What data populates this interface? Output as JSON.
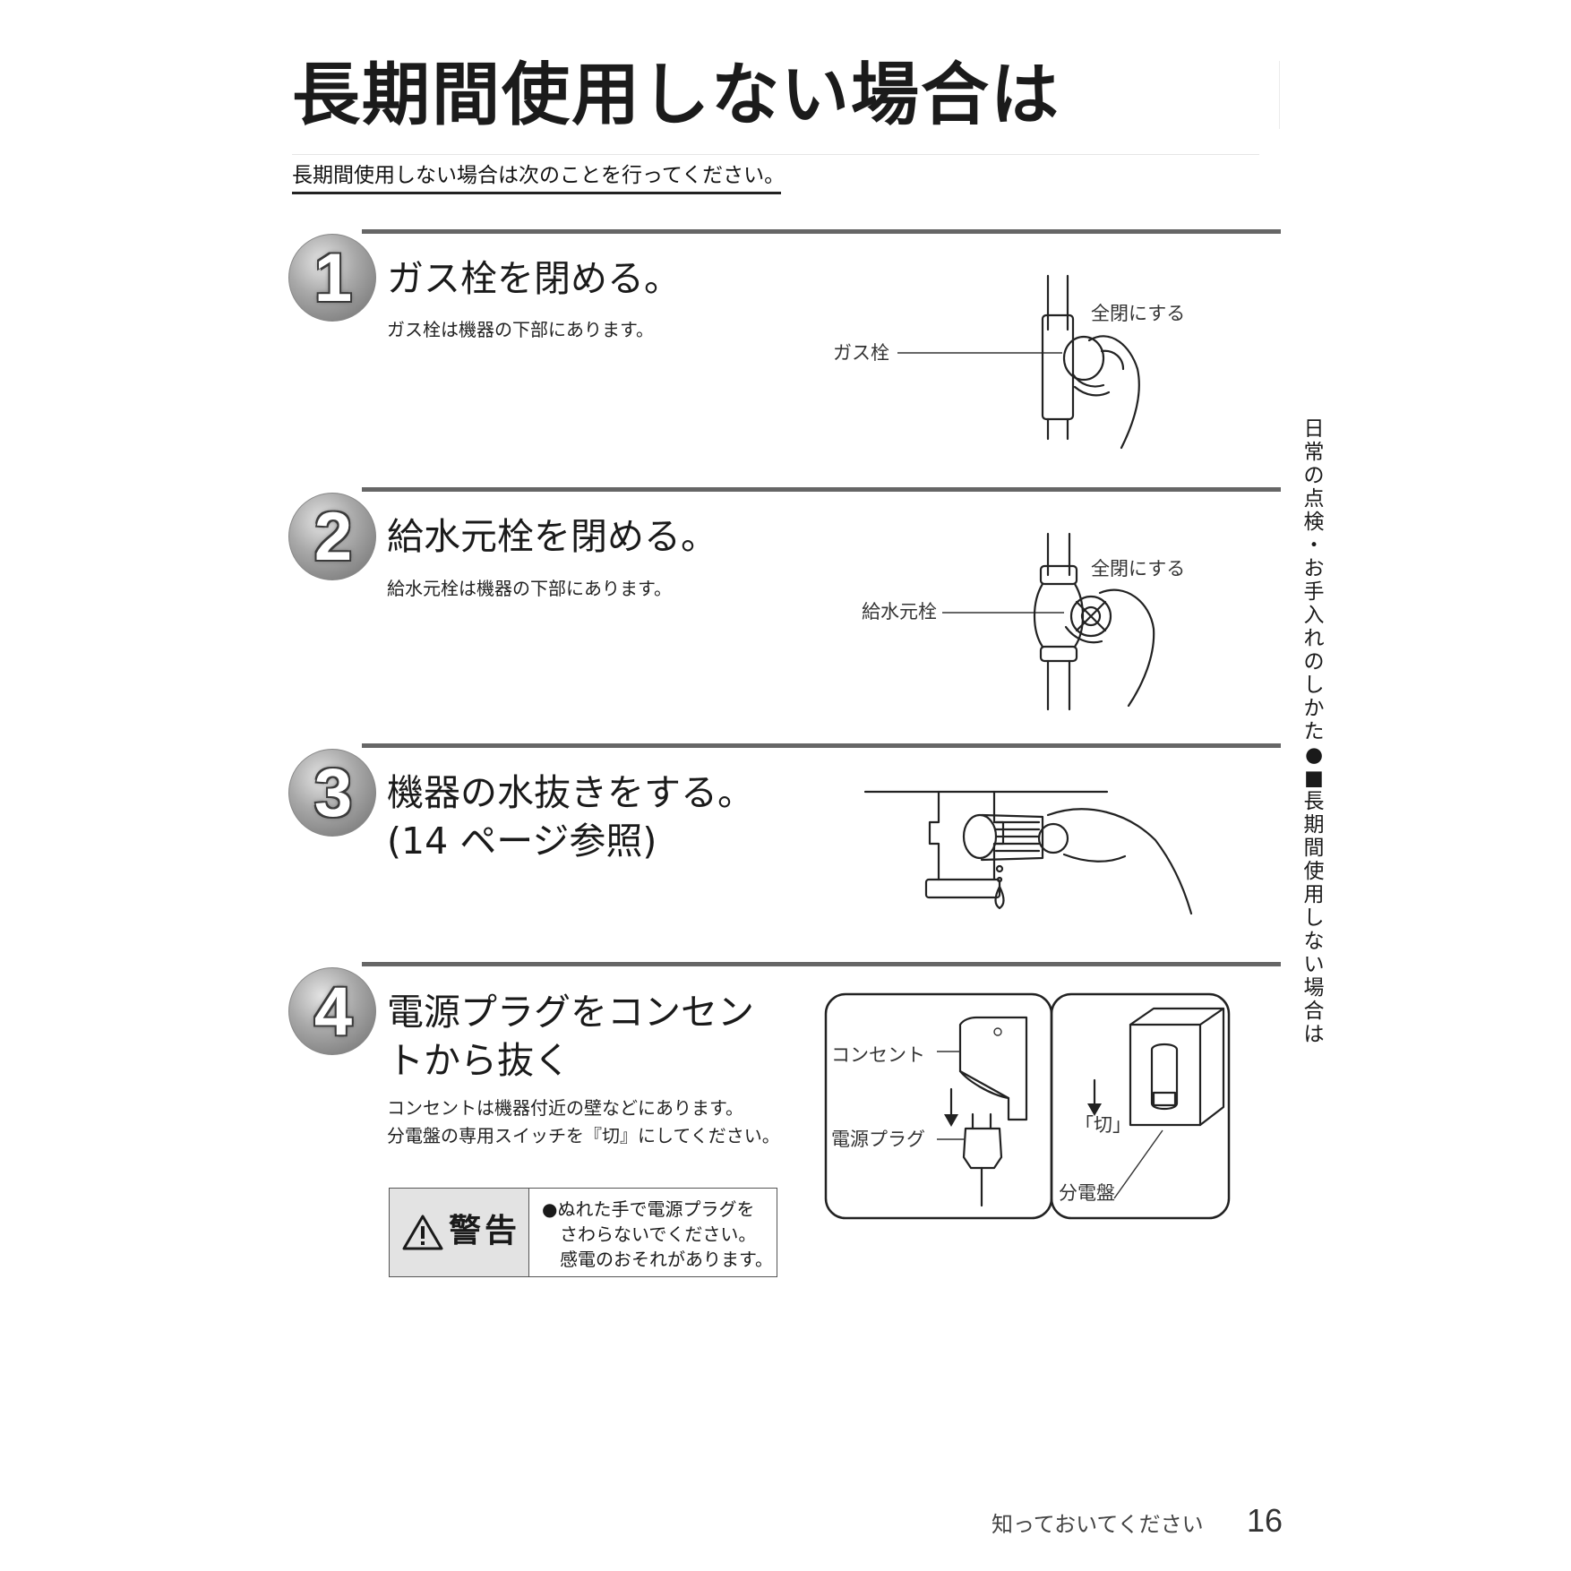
{
  "page_title": "長期間使用しない場合は",
  "intro": "長期間使用しない場合は次のことを行ってください。",
  "steps": [
    {
      "number": "1",
      "title_lines": [
        "ガス栓を閉める。"
      ],
      "desc_lines": [
        "ガス栓は機器の下部にあります。"
      ],
      "callouts": {
        "action": "全閉にする",
        "part": "ガス栓"
      }
    },
    {
      "number": "2",
      "title_lines": [
        "給水元栓を閉める。"
      ],
      "desc_lines": [
        "給水元栓は機器の下部にあります。"
      ],
      "callouts": {
        "action": "全閉にする",
        "part": "給水元栓"
      }
    },
    {
      "number": "3",
      "title_lines": [
        "機器の水抜きをする。",
        "(14 ページ参照)"
      ],
      "desc_lines": []
    },
    {
      "number": "4",
      "title_lines": [
        "電源プラグをコンセン",
        "トから抜く"
      ],
      "desc_lines": [
        "コンセントは機器付近の壁などにあります。",
        "分電盤の専用スイッチを『切』にしてください。"
      ],
      "callouts": {
        "outlet": "コンセント",
        "plug": "電源プラグ",
        "switch_off": "「切」",
        "breaker": "分電盤"
      }
    }
  ],
  "warning": {
    "label": "警告",
    "lines": [
      "●ぬれた手で電源プラグを",
      "　さわらないでください。",
      "　感電のおそれがあります。"
    ]
  },
  "side_tab": [
    "日",
    "常",
    "の",
    "点",
    "検",
    "・",
    "お",
    "手",
    "入",
    "れ",
    "の",
    "し",
    "か",
    "た",
    "●",
    "■",
    "長",
    "期",
    "間",
    "使",
    "用",
    "し",
    "な",
    "い",
    "場",
    "合",
    "は"
  ],
  "footer": {
    "label": "知っておいてください",
    "page_number": "16"
  }
}
